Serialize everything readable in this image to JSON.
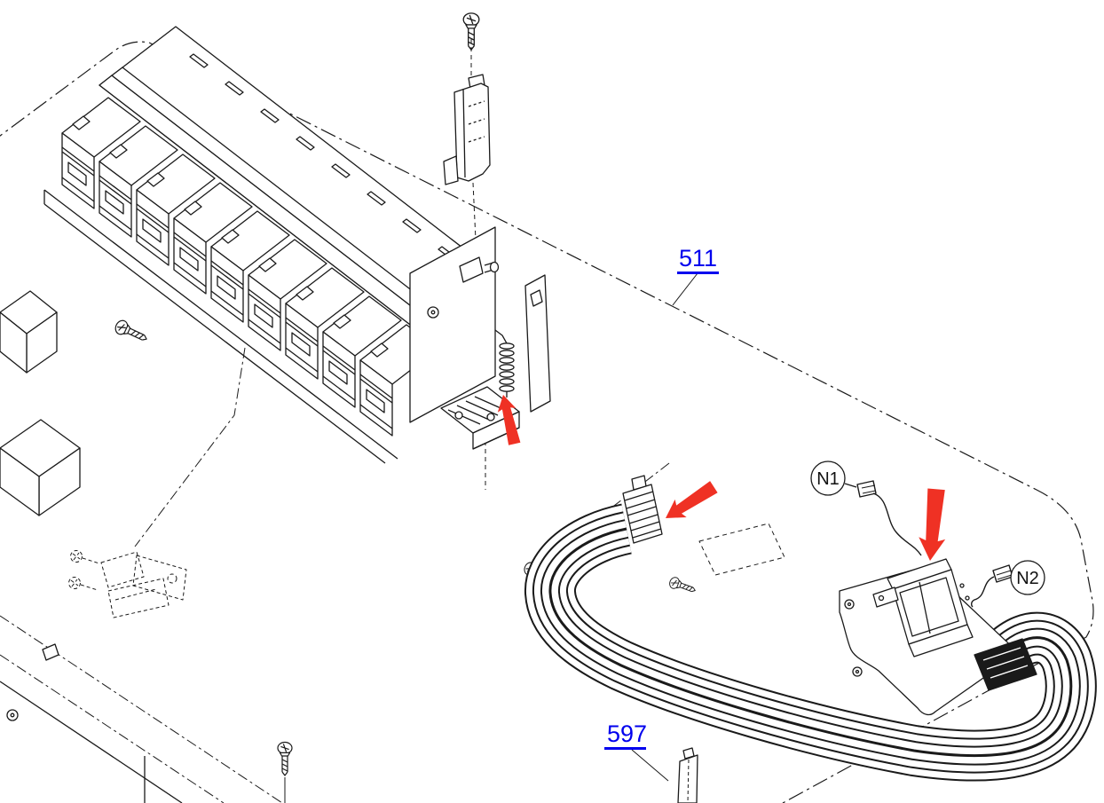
{
  "diagram": {
    "kind": "exploded-parts-diagram",
    "background": "#ffffff",
    "colors": {
      "line": "#1a1a1a",
      "part_label": "#0000ee",
      "arrow": "#ef3124"
    },
    "part_labels": {
      "frame_assembly": "511",
      "guide_part": "597"
    },
    "connector_labels": {
      "n1": "N1",
      "n2": "N2"
    }
  }
}
